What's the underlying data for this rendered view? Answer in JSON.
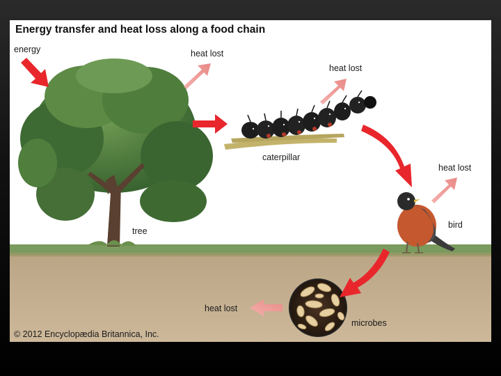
{
  "title": "Energy transfer and heat loss along a food chain",
  "labels": {
    "energy": "energy",
    "heat_lost": "heat lost",
    "tree": "tree",
    "caterpillar": "caterpillar",
    "bird": "bird",
    "microbes": "microbes"
  },
  "copyright": "© 2012 Encyclopædia Britannica, Inc.",
  "colors": {
    "energy_arrow": "#e8262c",
    "heat_arrow": "#f2a7a4",
    "sky": "#ffffff",
    "grass": "#7b9a5d",
    "soil": "#c8b396"
  }
}
